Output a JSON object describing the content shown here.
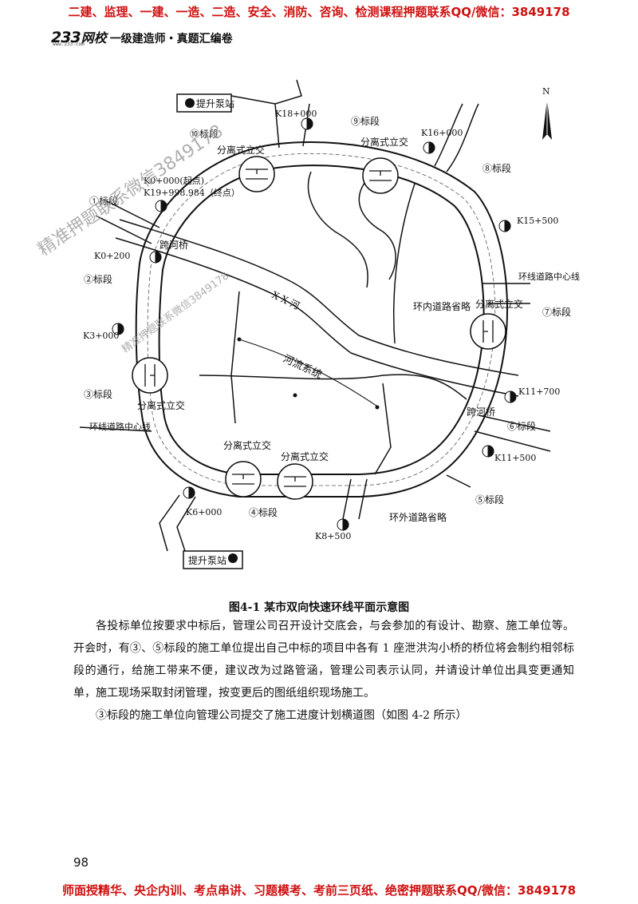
{
  "banners": {
    "top": "二建、监理、一建、一造、二造、安全、消防、咨询、检测课程押题联系QQ/微信：3849178",
    "bottom": "师面授精华、央企内训、考点串讲、习题模考、考前三页纸、绝密押题联系QQ/微信：3849178"
  },
  "header": {
    "logo_number": "233",
    "logo_name": "网校",
    "logo_url": "www.233.com",
    "title": "一级建造师・真题汇编卷"
  },
  "watermarks": [
    "精准押题联系微信3849178",
    "精准押题联系微信3849178"
  ],
  "diagram": {
    "north": "N",
    "stations": [
      "K18+000",
      "K16+000",
      "K0+000(起点)",
      "K19+998.984（终点）",
      "K15+500",
      "K0+200",
      "K3+000",
      "K11+700",
      "K11+500",
      "K6+000",
      "K8+500"
    ],
    "sections": [
      "⑩标段",
      "⑨标段",
      "⑧标段",
      "①标段",
      "②标段",
      "③标段",
      "④标段",
      "⑤标段",
      "⑥标段",
      "⑦标段"
    ],
    "interchanges": [
      "分离式立交",
      "分离式立交",
      "分离式立交",
      "分离式立交",
      "分离式立交",
      "分离式立交"
    ],
    "bridges": [
      "跨河桥",
      "跨河桥"
    ],
    "pump_stations": [
      "提升泵站",
      "提升泵站"
    ],
    "river": "X X 河",
    "river_system": "河流系统",
    "inner_road": "环内道路省略",
    "outer_road": "环外道路省略",
    "centerline": [
      "环线道路中心线",
      "环线道路中心线"
    ]
  },
  "caption": "图4-1  某市双向快速环线平面示意图",
  "paragraphs": [
    "各投标单位按要求中标后，管理公司召开设计交底会，与会参加的有设计、勘察、施工单位等。开会时，有③、⑤标段的施工单位提出自己中标的项目中各有 1 座泄洪沟小桥的桥位将会制约相邻标段的通行，给施工带来不便，建议改为过路管涵，管理公司表示认同，并请设计单位出具变更通知单，施工现场采取封闭管理，按变更后的图纸组织现场施工。",
    "③标段的施工单位向管理公司提交了施工进度计划横道图（如图 4-2 所示）"
  ],
  "page_number": "98"
}
